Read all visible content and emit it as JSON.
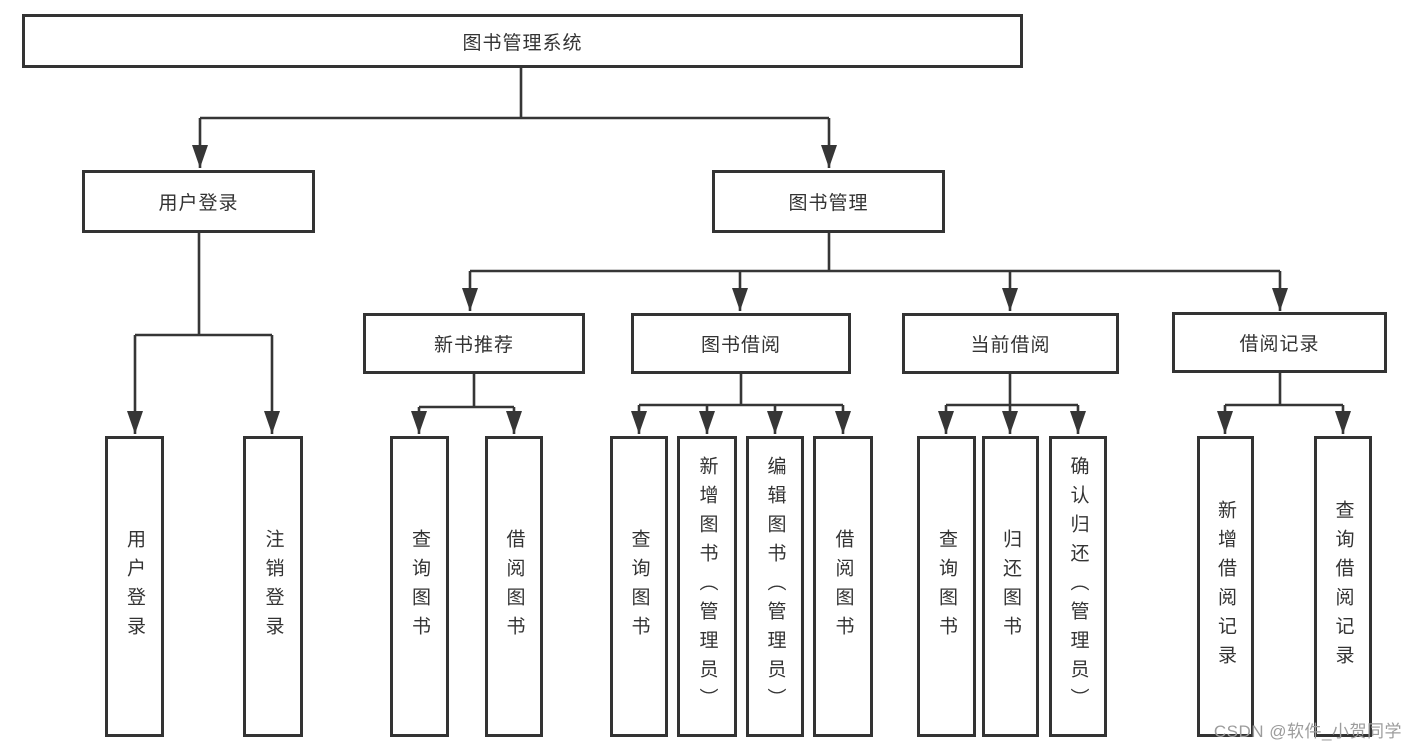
{
  "diagram_type": "hierarchy-tree",
  "title": "图书管理系统",
  "nodes": {
    "root": {
      "label": "图书管理系统"
    },
    "level2": [
      {
        "id": "user-login-group",
        "label": "用户登录",
        "parent": "图书管理系统"
      },
      {
        "id": "book-management",
        "label": "图书管理",
        "parent": "图书管理系统"
      }
    ],
    "level3": [
      {
        "id": "new-book-recommend",
        "label": "新书推荐",
        "parent": "图书管理"
      },
      {
        "id": "book-borrow",
        "label": "图书借阅",
        "parent": "图书管理"
      },
      {
        "id": "current-borrow",
        "label": "当前借阅",
        "parent": "图书管理"
      },
      {
        "id": "borrow-records",
        "label": "借阅记录",
        "parent": "图书管理"
      }
    ],
    "leaves": [
      {
        "id": "leaf-user-login",
        "label": "用户登录",
        "parent": "用户登录"
      },
      {
        "id": "leaf-logout",
        "label": "注销登录",
        "parent": "用户登录"
      },
      {
        "id": "leaf-query-book-recommend",
        "label": "查询图书",
        "parent": "新书推荐"
      },
      {
        "id": "leaf-borrow-book-recommend",
        "label": "借阅图书",
        "parent": "新书推荐"
      },
      {
        "id": "leaf-query-book-borrow",
        "label": "查询图书",
        "parent": "图书借阅"
      },
      {
        "id": "leaf-add-book-admin",
        "label": "新增图书（管理员）",
        "parent": "图书借阅"
      },
      {
        "id": "leaf-edit-book-admin",
        "label": "编辑图书（管理员）",
        "parent": "图书借阅"
      },
      {
        "id": "leaf-borrow-book-borrow",
        "label": "借阅图书",
        "parent": "图书借阅"
      },
      {
        "id": "leaf-query-book-current",
        "label": "查询图书",
        "parent": "当前借阅"
      },
      {
        "id": "leaf-return-book",
        "label": "归还图书",
        "parent": "当前借阅"
      },
      {
        "id": "leaf-confirm-return-admin",
        "label": "确认归还（管理员）",
        "parent": "当前借阅"
      },
      {
        "id": "leaf-add-borrow-record",
        "label": "新增借阅记录",
        "parent": "借阅记录"
      },
      {
        "id": "leaf-query-borrow-record",
        "label": "查询借阅记录",
        "parent": "借阅记录"
      }
    ]
  },
  "watermark": {
    "text": "CSDN @软件_小贺同学"
  },
  "colors": {
    "line": "#363636",
    "border": "#333333",
    "text": "#333333",
    "background": "#ffffff",
    "watermark": "#9c9c9c"
  }
}
